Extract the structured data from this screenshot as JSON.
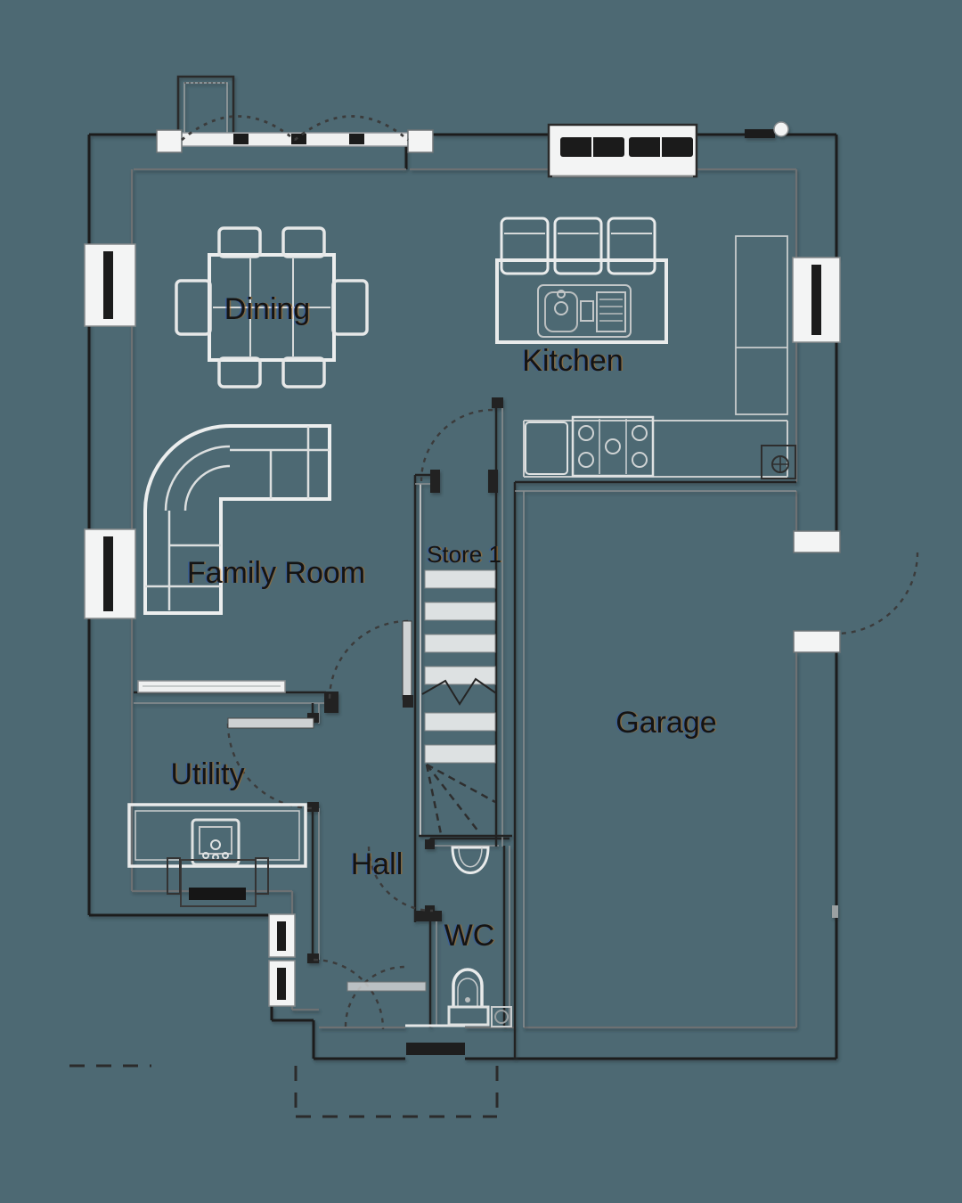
{
  "palette": {
    "background": "#4d6973",
    "wall_dark": "#1e1e1e",
    "wall_mid": "#6d7173",
    "furniture_light": "#eceeee",
    "window_fill": "#f3f4f4",
    "label_color": "#141414",
    "door_arc": "#3b3b3b"
  },
  "rooms": {
    "dining": "Dining",
    "kitchen": "Kitchen",
    "family_room": "Family Room",
    "store": "Store 1",
    "garage": "Garage",
    "utility": "Utility",
    "hall": "Hall",
    "wc": "WC"
  }
}
